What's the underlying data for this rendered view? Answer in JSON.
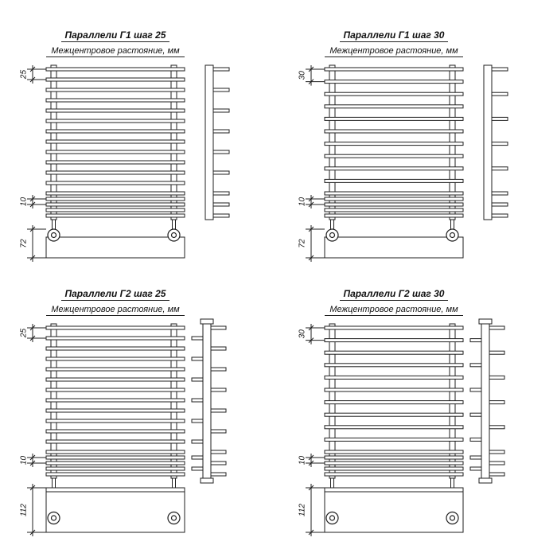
{
  "style": {
    "line_color": "#1f1f1f",
    "text_color": "#111111",
    "background": "#ffffff"
  },
  "panels": [
    {
      "id": "g1-step25",
      "title": "Параллели Г1 шаг 25",
      "subtitle": "Межцентровое растояние, мм",
      "variant": "g1",
      "dims": {
        "step": "25",
        "lower": "10",
        "collector": "72"
      },
      "step_mm": 25,
      "lower_step_mm": 10,
      "collector_mm": 72,
      "upper_bars": 13,
      "lower_bars": 4
    },
    {
      "id": "g1-step30",
      "title": "Параллели Г1 шаг 30",
      "subtitle": "Межцентровое растояние, мм",
      "variant": "g1",
      "dims": {
        "step": "30",
        "lower": "10",
        "collector": "72"
      },
      "step_mm": 30,
      "lower_step_mm": 10,
      "collector_mm": 72,
      "upper_bars": 11,
      "lower_bars": 4
    },
    {
      "id": "g2-step25",
      "title": "Параллели Г2 шаг 25",
      "subtitle": "Межцентровое растояние, мм",
      "variant": "g2",
      "dims": {
        "step": "25",
        "lower": "10",
        "collector": "112"
      },
      "step_mm": 25,
      "lower_step_mm": 10,
      "collector_mm": 112,
      "upper_bars": 13,
      "lower_bars": 4
    },
    {
      "id": "g2-step30",
      "title": "Параллели Г2 шаг 30",
      "subtitle": "Межцентровое растояние, мм",
      "variant": "g2",
      "dims": {
        "step": "30",
        "lower": "10",
        "collector": "112"
      },
      "step_mm": 30,
      "lower_step_mm": 10,
      "collector_mm": 112,
      "upper_bars": 11,
      "lower_bars": 4
    }
  ]
}
